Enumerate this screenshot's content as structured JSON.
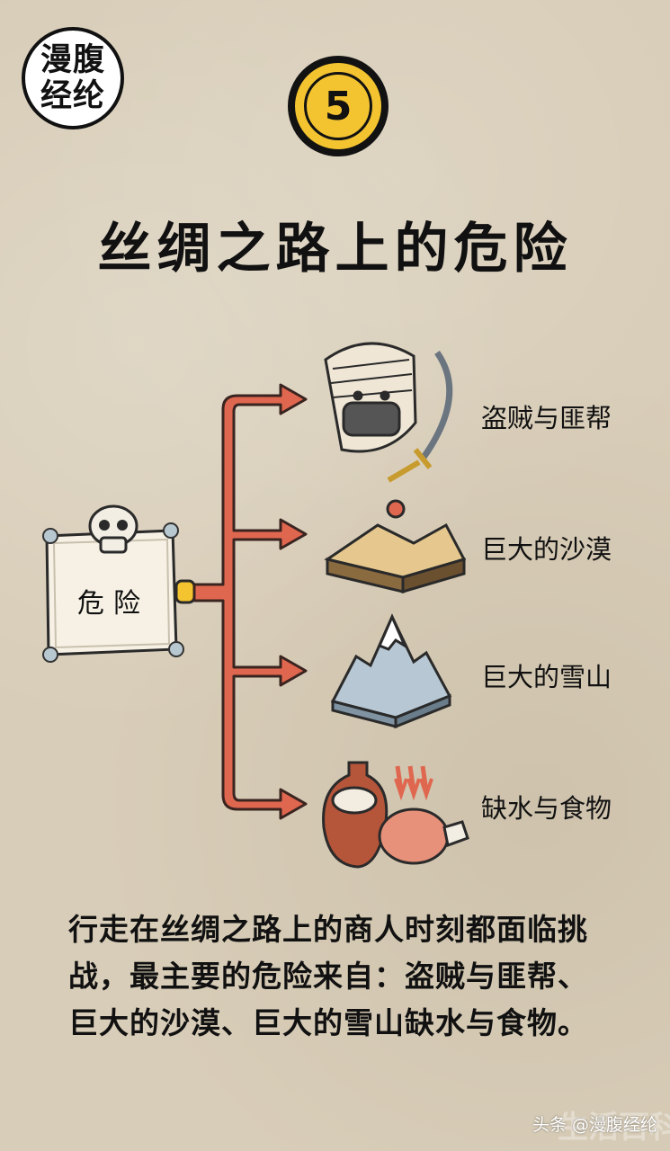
{
  "logo": {
    "line1": "漫腹",
    "line2": "经纶"
  },
  "badge_number": "5",
  "title": "丝绸之路上的危险",
  "diagram": {
    "root": "危险",
    "branches": [
      {
        "label": "盗贼与匪帮",
        "icon": "bandit-icon"
      },
      {
        "label": "巨大的沙漠",
        "icon": "desert-icon"
      },
      {
        "label": "巨大的雪山",
        "icon": "snow-mountain-icon"
      },
      {
        "label": "缺水与食物",
        "icon": "water-jar-and-meat-icon"
      }
    ]
  },
  "description": "行走在丝绸之路上的商人时刻都面临挑战，最主要的危险来自：盗贼与匪帮、巨大的沙漠、巨大的雪山缺水与食物。",
  "watermark": {
    "text": "头条 @漫腹经纶",
    "faded": "生活百科"
  },
  "colors": {
    "arrow": "#e0674f",
    "badge": "#f4c430",
    "background": "#d8cdb8"
  }
}
